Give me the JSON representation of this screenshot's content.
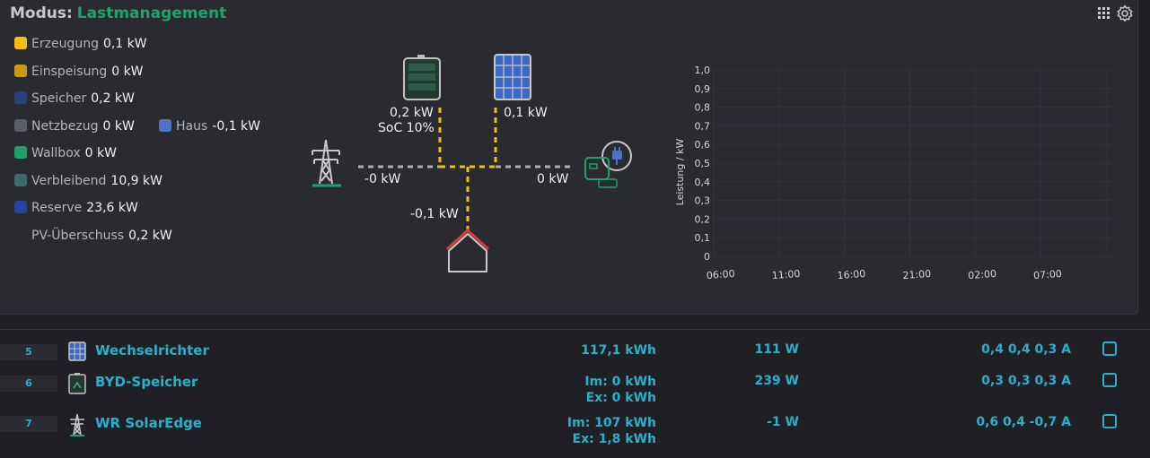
{
  "header": {
    "mode_label": "Modus:",
    "mode_value": "Lastmanagement"
  },
  "legend": [
    {
      "label": "Erzeugung",
      "value": "0,1 kW",
      "color": "#f2c012"
    },
    {
      "label": "Einspeisung",
      "value": "0 kW",
      "color": "#c99a10"
    },
    {
      "label": "Speicher",
      "value": "0,2 kW",
      "color": "#2a3f7d"
    },
    {
      "label": "Netzbezug",
      "value": "0 kW",
      "color": "#5b5d64"
    },
    {
      "label": "Haus",
      "value": "-0,1 kW",
      "color": "#4f72c4"
    },
    {
      "label": "Wallbox",
      "value": "0 kW",
      "color": "#1e9e6a"
    },
    {
      "label": "Verbleibend",
      "value": "10,9 kW",
      "color": "#3d6b6c"
    },
    {
      "label": "Reserve",
      "value": "23,6 kW",
      "color": "#2545a0"
    },
    {
      "label": "PV-Überschuss",
      "value": "0,2 kW",
      "color": ""
    }
  ],
  "flow": {
    "battery_power": "0,2 kW",
    "battery_soc": "SoC 10%",
    "pv_power": "0,1 kW",
    "grid_power": "-0 kW",
    "wallbox_power": "0 kW",
    "house_power": "-0,1 kW"
  },
  "chart_data": {
    "type": "line",
    "ylabel": "Leistung / kW",
    "xlabel": "",
    "y_ticks": [
      "1,0",
      "0,9",
      "0,8",
      "0,7",
      "0,6",
      "0,5",
      "0,4",
      "0,3",
      "0,2",
      "0,1",
      "0"
    ],
    "x_ticks": [
      "06:00",
      "11:00",
      "16:00",
      "21:00",
      "02:00",
      "07:00"
    ],
    "ylim": [
      0,
      1.0
    ],
    "grid": true,
    "series": []
  },
  "devices": [
    {
      "id": "5",
      "icon": "solar-panel-icon",
      "name": "Wechselrichter",
      "energy": [
        "117,1 kWh"
      ],
      "power": "111 W",
      "current": "0,4 0,4 0,3 A"
    },
    {
      "id": "6",
      "icon": "battery-icon",
      "name": "BYD-Speicher",
      "energy": [
        "Im: 0 kWh",
        "Ex: 0 kWh"
      ],
      "power": "239 W",
      "current": "0,3 0,3 0,3 A"
    },
    {
      "id": "7",
      "icon": "power-tower-icon",
      "name": "WR SolarEdge",
      "energy": [
        "Im: 107 kWh",
        "Ex: 1,8 kWh"
      ],
      "power": "-1 W",
      "current": "0,6 0,4 -0,7 A"
    }
  ],
  "colors": {
    "accent_teal": "#2ab0c8",
    "mode_green": "#1fa36b",
    "flow_yellow": "#f2c012",
    "flow_grey": "#b0b0b0"
  }
}
